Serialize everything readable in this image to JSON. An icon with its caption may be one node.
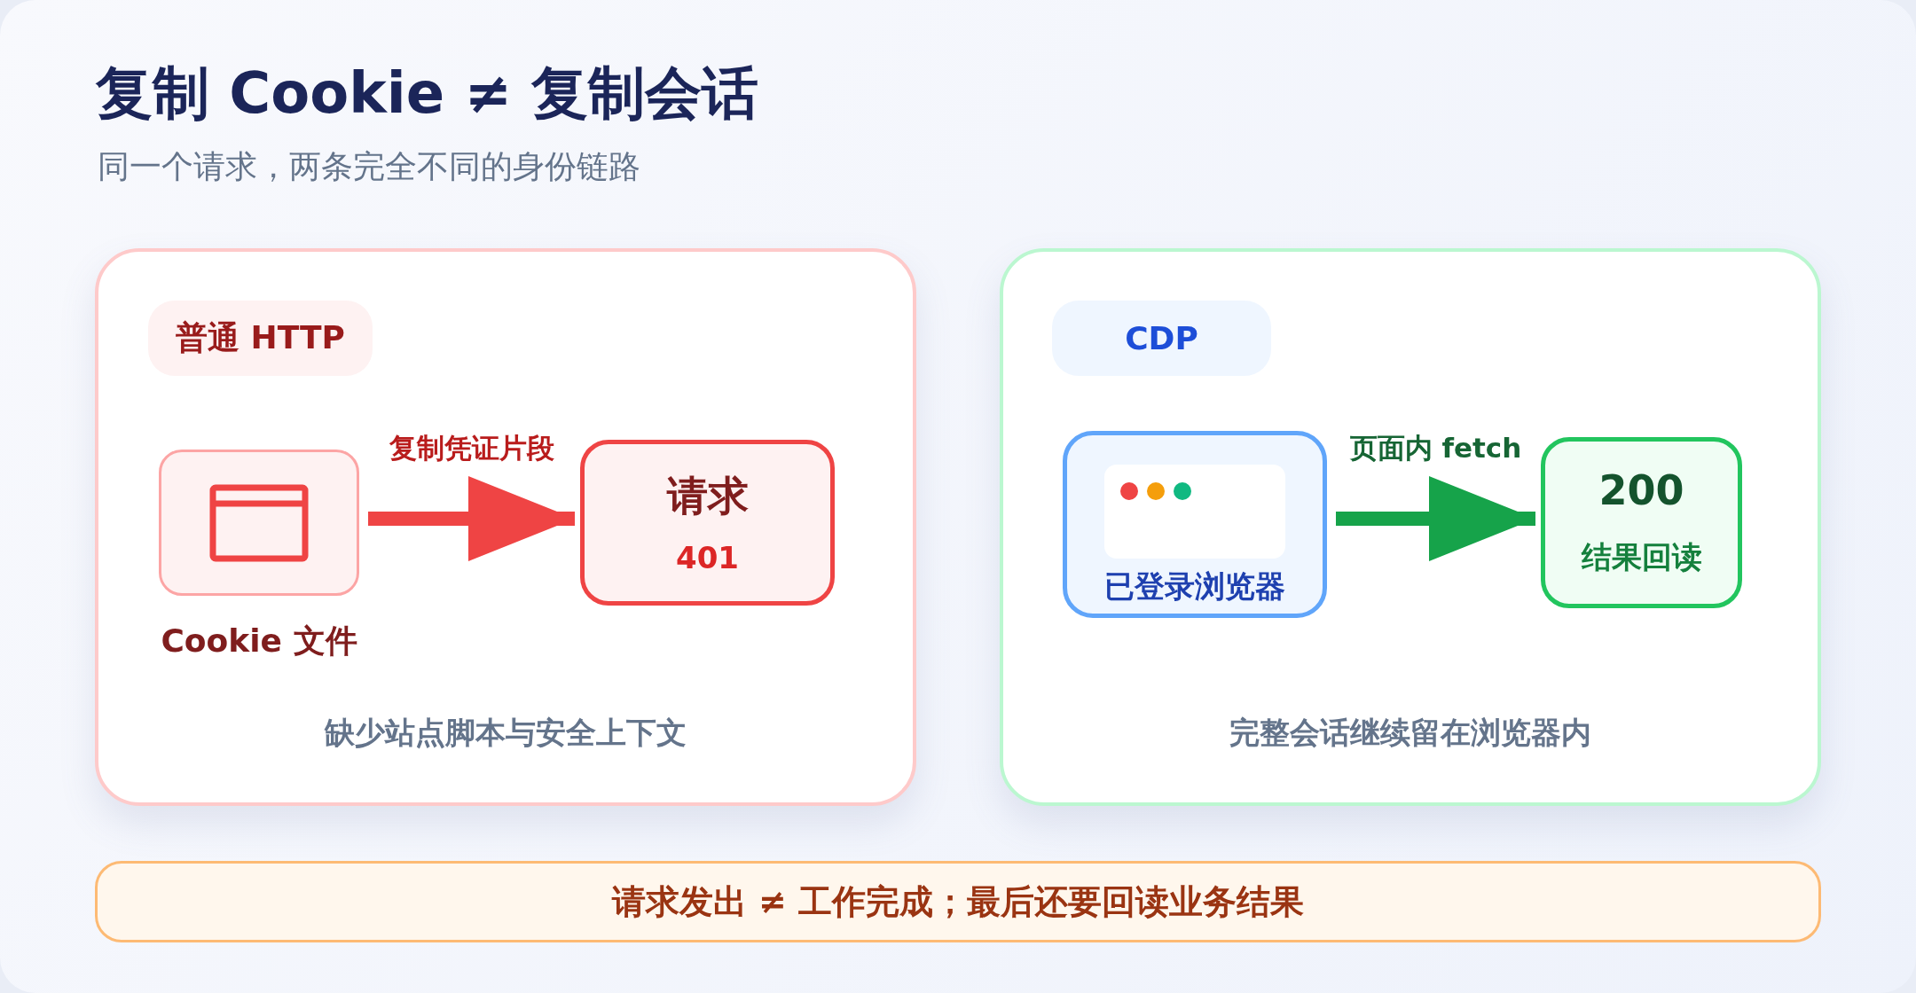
{
  "diagram": {
    "title": "复制 Cookie ≠ 复制会话",
    "nodes": [
      {
        "text": [
          "缺少站点脚本与安全上下文"
        ]
      },
      {
        "text": [
          "普通 HTTP"
        ],
        "in": 0
      },
      {
        "text": [
          "Cookie 文件"
        ],
        "in": 0
      },
      {
        "text": [
          "请求",
          "401"
        ],
        "in": 0
      },
      {
        "text": [
          "完整会话继续留在浏览器内"
        ]
      },
      {
        "text": [
          "CDP"
        ],
        "in": 4
      },
      {
        "text": [
          "已登录浏览器"
        ],
        "in": 4
      },
      {
        "text": [
          "200",
          "结果回读"
        ],
        "in": 4
      },
      {
        "text": [
          "请求发出 ≠ 工作完成；最后还要回读业务结果"
        ]
      }
    ],
    "edges": [
      {
        "from": 2,
        "to": 3,
        "arrow": "to",
        "label": "复制凭证片段",
        "color": "#ef4444"
      },
      {
        "from": 6,
        "to": 7,
        "arrow": "to",
        "label": "页面内 fetch",
        "color": "#16a34a"
      }
    ],
    "labels": [
      "同一个请求，两条完全不同的身份链路"
    ]
  }
}
